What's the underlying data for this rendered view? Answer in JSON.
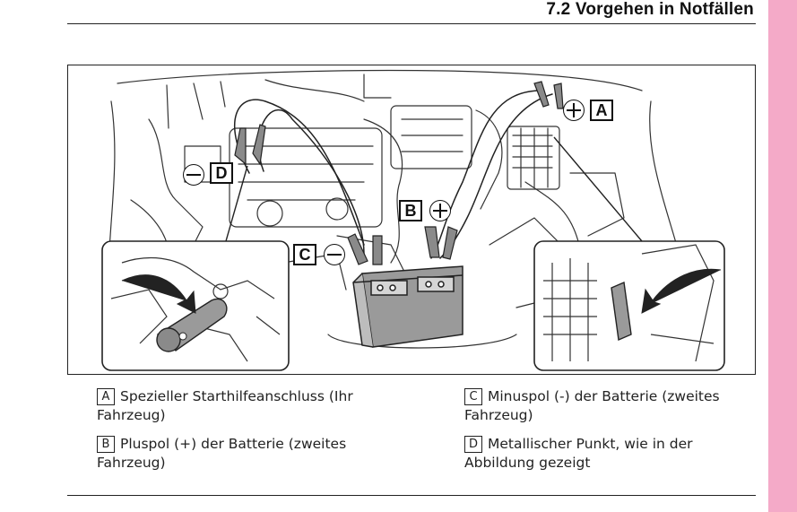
{
  "header": {
    "title": "7.2  Vorgehen in Notfällen"
  },
  "figure": {
    "callouts": {
      "a": "A",
      "b": "B",
      "c": "C",
      "d": "D"
    },
    "symbols": {
      "a": "plus-icon",
      "b": "plus-icon",
      "c": "minus-icon",
      "d": "minus-icon"
    }
  },
  "legend": [
    {
      "key": "A",
      "text": "Spezieller Starthilfeanschluss (Ihr Fahrzeug)"
    },
    {
      "key": "B",
      "text": "Pluspol (+) der Batterie (zweites Fahrzeug)"
    },
    {
      "key": "C",
      "text": "Minuspol (-) der Batterie (zweites Fahrzeug)"
    },
    {
      "key": "D",
      "text": "Metallischer Punkt, wie in der Abbildung gezeigt"
    }
  ],
  "colors": {
    "side_tab": "#f4aac8",
    "line": "#222222",
    "clamp": "#8a8a8a",
    "battery": "#9a9a9a"
  }
}
